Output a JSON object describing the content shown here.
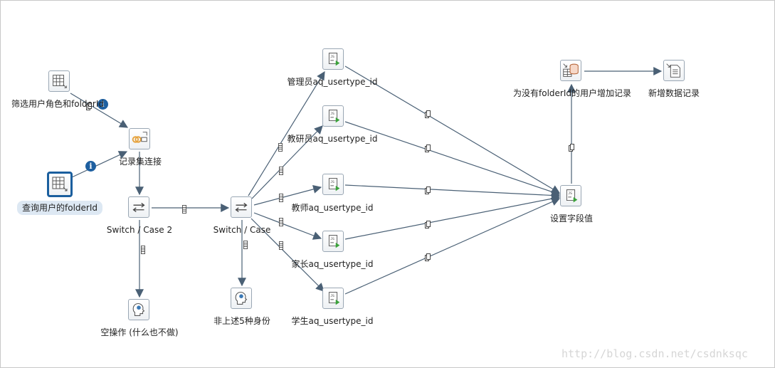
{
  "steps": {
    "filter_user_role": {
      "label": "筛选用户角色和folderId",
      "icon": "table-input-icon"
    },
    "query_user_folder": {
      "label": "查询用户的folderId",
      "icon": "table-input-icon"
    },
    "merge_join": {
      "label": "记录集连接",
      "icon": "merge-join-icon"
    },
    "switch_case_2": {
      "label": "Switch / Case 2",
      "icon": "switch-case-icon"
    },
    "switch_case": {
      "label": "Switch / Case",
      "icon": "switch-case-icon"
    },
    "noop": {
      "label": "空操作 (什么也不做)",
      "icon": "dummy-icon"
    },
    "not_five_roles": {
      "label": "非上述5种身份",
      "icon": "dummy-icon"
    },
    "admin": {
      "label": "管理员aq_usertype_id",
      "icon": "script-icon"
    },
    "researcher": {
      "label": "教研员aq_usertype_id",
      "icon": "script-icon"
    },
    "teacher": {
      "label": "教师aq_usertype_id",
      "icon": "script-icon"
    },
    "parent": {
      "label": "家长aq_usertype_id",
      "icon": "script-icon"
    },
    "student": {
      "label": "学生aq_usertype_id",
      "icon": "script-icon"
    },
    "set_field_value": {
      "label": "设置字段值",
      "icon": "script-icon"
    },
    "add_record": {
      "label": "为没有folderId的用户增加记录",
      "icon": "insert-update-icon"
    },
    "new_data_record": {
      "label": "新增数据记录",
      "icon": "text-output-icon"
    }
  },
  "info_badge": "i",
  "watermark": "http://blog.csdn.net/csdnksqc",
  "colors": {
    "hop": "#4a6075",
    "selected_border": "#1b5f9e",
    "info": "#1d5fa0",
    "script_play": "#3aa33a"
  }
}
